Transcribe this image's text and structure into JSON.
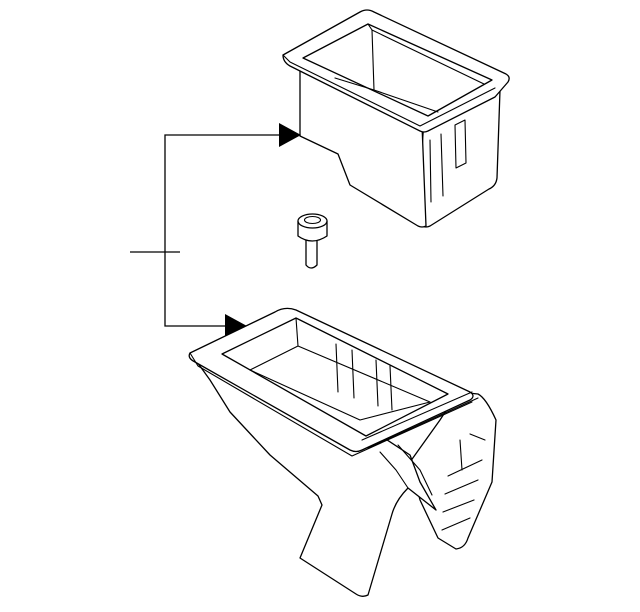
{
  "diagram": {
    "type": "exploded-parts-diagram",
    "background_color": "#ffffff",
    "line_color": "#000000",
    "parts": [
      {
        "id": "storage-bin",
        "icon": "open-box-insert"
      },
      {
        "id": "pin-fastener",
        "icon": "push-pin-clip"
      },
      {
        "id": "console-box",
        "icon": "console-housing"
      }
    ],
    "callouts": [
      {
        "id": "leader-bracket",
        "targets": [
          "storage-bin",
          "console-box"
        ],
        "label_text": ""
      }
    ]
  }
}
